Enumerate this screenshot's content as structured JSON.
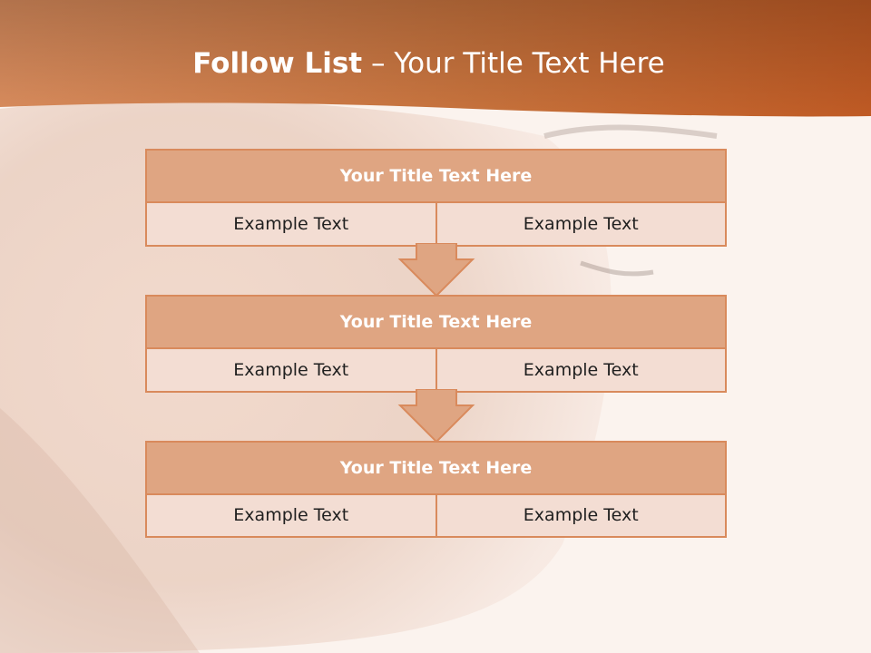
{
  "header": {
    "title_bold": "Follow List",
    "title_rest": " – Your Title Text Here"
  },
  "colors": {
    "header_band": "#c2622b",
    "block_title_fill": "#dfa582",
    "block_cell_fill": "#f3ddd3",
    "border": "#d98a5c",
    "background": "#fbf1ec"
  },
  "steps": [
    {
      "title": "Your Title Text Here",
      "left": "Example Text",
      "right": "Example Text"
    },
    {
      "title": "Your Title Text Here",
      "left": "Example Text",
      "right": "Example Text"
    },
    {
      "title": "Your Title Text Here",
      "left": "Example Text",
      "right": "Example Text"
    }
  ]
}
